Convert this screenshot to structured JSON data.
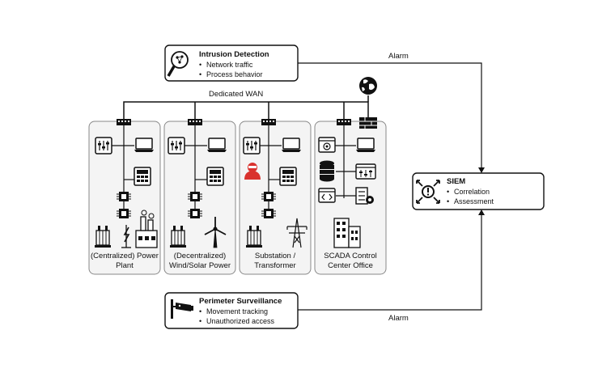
{
  "wan_label": "Dedicated WAN",
  "alarm_top": "Alarm",
  "alarm_bottom": "Alarm",
  "intrusion": {
    "title": "Intrusion Detection",
    "items": [
      "Network traffic",
      "Process behavior"
    ]
  },
  "siem": {
    "title": "SIEM",
    "items": [
      "Correlation",
      "Assessment"
    ]
  },
  "perimeter": {
    "title": "Perimeter Surveillance",
    "items": [
      "Movement tracking",
      "Unauthorized access"
    ]
  },
  "sites": [
    {
      "label": "(Centralized) Power\nPlant"
    },
    {
      "label": "(Decentralized)\nWind/Solar Power"
    },
    {
      "label": "Substation /\nTransformer"
    },
    {
      "label": "SCADA Control\nCenter Office"
    }
  ]
}
